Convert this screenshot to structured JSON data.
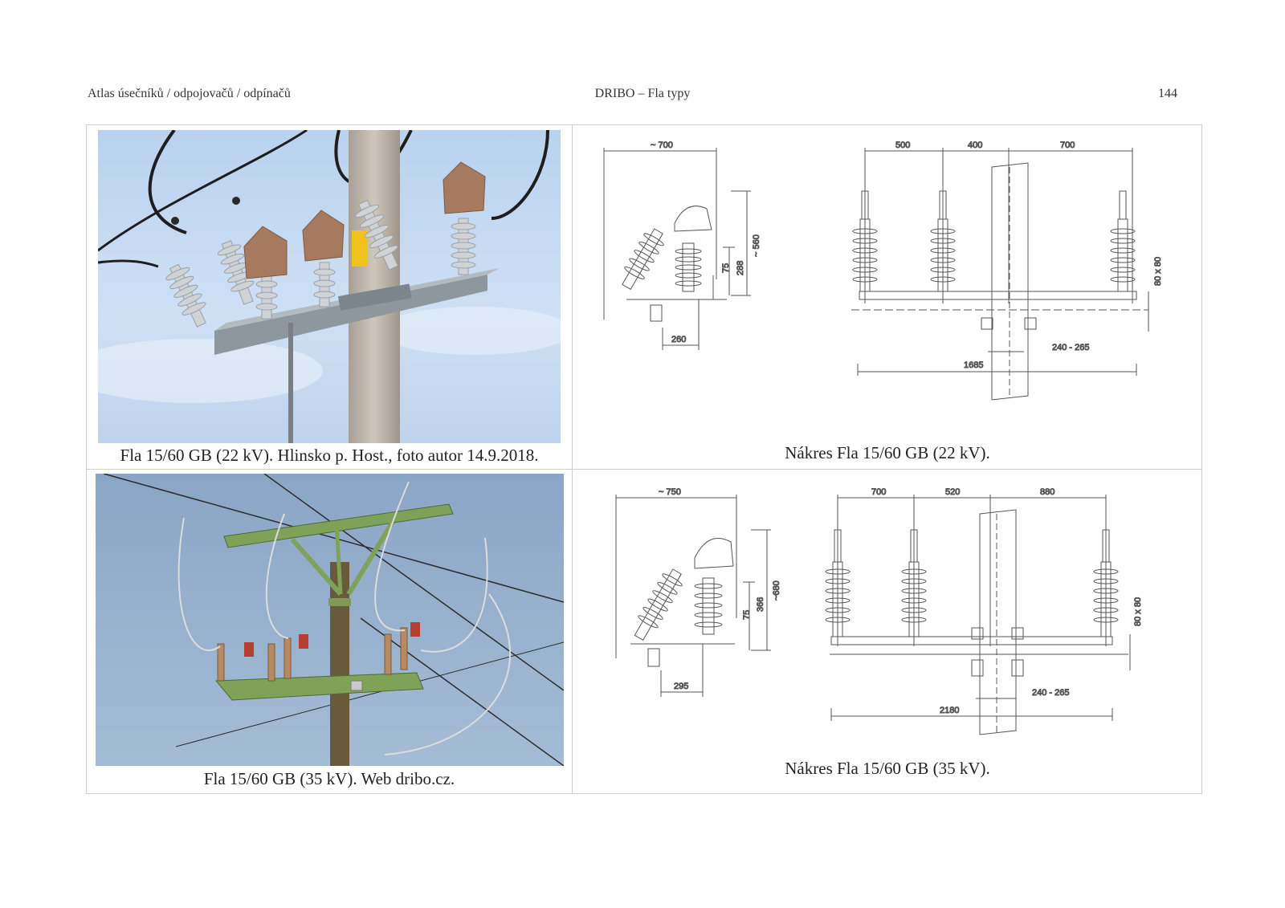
{
  "header": {
    "left": "Atlas úsečníků / odpojovačů / odpínačů",
    "center": "DRIBO – Fla typy",
    "page_number": "144"
  },
  "cells": {
    "photo_top": {
      "caption": "Fla 15/60 GB (22 kV). Hlinsko p. Host., foto autor 14.9.2018."
    },
    "drawing_top": {
      "caption": "Nákres Fla 15/60 GB (22 kV).",
      "side_dims": [
        "~ 700",
        "~ 560",
        "288",
        "75",
        "260"
      ],
      "front_dims": [
        "500",
        "400",
        "700",
        "80 x 80",
        "240 - 265",
        "1685"
      ]
    },
    "photo_bottom": {
      "caption": "Fla 15/60 GB (35 kV). Web dribo.cz."
    },
    "drawing_bottom": {
      "caption": "Nákres Fla 15/60 GB (35 kV).",
      "side_dims": [
        "~ 750",
        "~680",
        "366",
        "75",
        "295"
      ],
      "front_dims": [
        "700",
        "520",
        "880",
        "80 x 80",
        "240 - 265",
        "2180"
      ]
    }
  }
}
